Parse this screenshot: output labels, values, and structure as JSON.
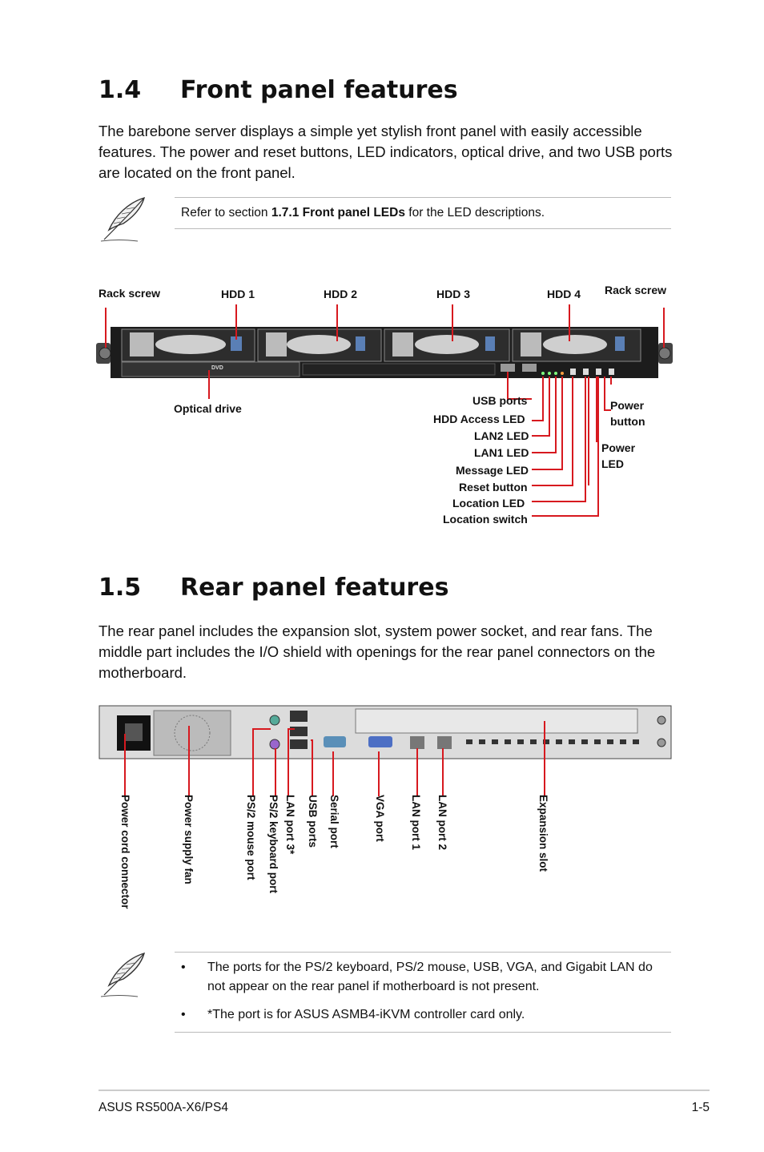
{
  "sections": [
    {
      "number": "1.4",
      "title": "Front panel features",
      "body": "The barebone server displays a simple yet stylish front panel with easily accessible features. The power and reset buttons, LED indicators, optical drive, and two USB ports are located on the front panel."
    },
    {
      "number": "1.5",
      "title": "Rear panel features",
      "body": "The rear panel includes the expansion slot, system power socket, and rear fans. The middle part includes the I/O shield with openings for the rear panel connectors on the motherboard."
    }
  ],
  "note1": {
    "prefix": "Refer to section ",
    "bold": "1.7.1 Front panel LEDs",
    "suffix": " for the LED descriptions."
  },
  "front_labels": {
    "rack_screw_left": "Rack screw",
    "hdd1": "HDD 1",
    "hdd2": "HDD 2",
    "hdd3": "HDD 3",
    "hdd4": "HDD 4",
    "rack_screw_right": "Rack screw",
    "optical_drive": "Optical drive",
    "usb_ports": "USB ports",
    "hdd_access_led": "HDD Access LED",
    "lan2_led": "LAN2 LED",
    "lan1_led": "LAN1 LED",
    "message_led": "Message LED",
    "reset_button": "Reset button",
    "location_led": "Location LED",
    "location_switch": "Location switch",
    "power_button_1": "Power",
    "power_button_2": "button",
    "power_led_1": "Power",
    "power_led_2": "LED",
    "dvd": "DVD"
  },
  "rear_labels": {
    "power_cord": "Power cord connector",
    "psu_fan": "Power supply fan",
    "ps2_mouse": "PS/2 mouse port",
    "ps2_keyboard": "PS/2 keyboard port",
    "lan3": "LAN port 3*",
    "usb": "USB ports",
    "serial": "Serial port",
    "vga": "VGA port",
    "lan1": "LAN port 1",
    "lan2": "LAN port 2",
    "expansion": "Expansion slot"
  },
  "note2": [
    "The ports for the PS/2 keyboard, PS/2 mouse, USB, VGA, and Gigabit LAN do not appear on the rear panel if motherboard is not present.",
    "*The port is for ASUS ASMB4-iKVM controller card only."
  ],
  "bullet_char": "•",
  "footer": {
    "left": "ASUS RS500A-X6/PS4",
    "right": "1-5"
  },
  "colors": {
    "callout": "#d7191f",
    "heading": "#111111",
    "rule": "#bbbbbb"
  },
  "icons": [
    "feather-pen-icon"
  ]
}
